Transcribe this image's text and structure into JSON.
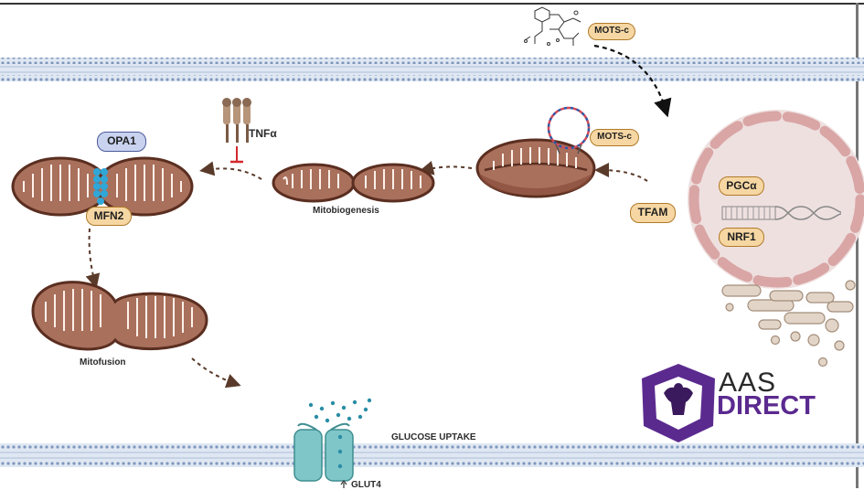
{
  "labels": {
    "mots_c_top": "MOTS-c",
    "mots_c_mid": "MOTS-c",
    "tnfa": "TNFα",
    "opa1": "OPA1",
    "mfn2": "MFN2",
    "mitobiogenesis": "Mitobiogenesis",
    "mitofusion": "Mitofusion",
    "tfam": "TFAM",
    "pgca": "PGCα",
    "nrf1": "NRF1",
    "glucose_uptake": "GLUCOSE UPTAKE",
    "glut4": "GLUT4"
  },
  "brand": {
    "line1": "AAS",
    "line2": "DIRECT"
  },
  "colors": {
    "membrane_band": "#aebfd8",
    "membrane_dot": "#7f97bd",
    "mito_fill": "#a9705c",
    "mito_outline": "#5a2e20",
    "pill_fill": "#f6d7a3",
    "pill_blue": "#c9d3ef",
    "arrow": "#5a3a2a",
    "nucleus_fill": "#efe0e0",
    "nucleus_rim": "#d9a5a5",
    "transporter": "#7fc6c8",
    "glucose_dot": "#2a8da6",
    "brand_purple": "#5b2a8f"
  },
  "icons": [
    "tnf-receptor-icon",
    "glut4-transporter-icon",
    "dna-icon",
    "mots-c-molecule-icon",
    "aas-direct-logo-icon"
  ]
}
